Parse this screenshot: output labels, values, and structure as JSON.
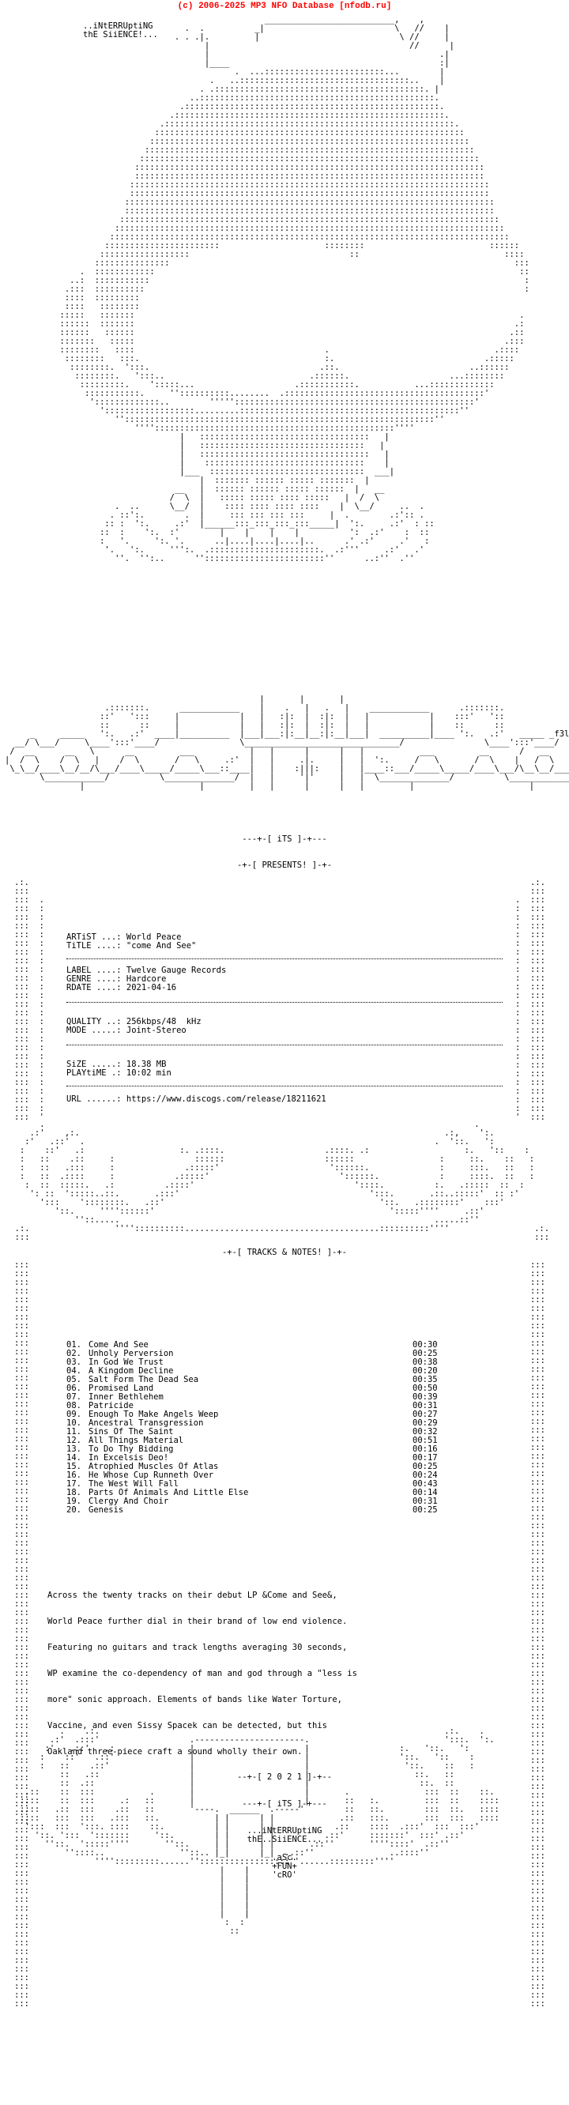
{
  "banner": "(c) 2006-2025 MP3 NFO Database [nfodb.ru]",
  "header": {
    "line1": "..iNtERRUptiNG",
    "line2": "thE SiiENCE!..."
  },
  "presents": {
    "its": "---+-[ iTS ]-+---",
    "presents": "-+-[ PRESENTS! ]-+-"
  },
  "release": {
    "artist_key": "ARTiST ...:",
    "artist": "World Peace",
    "title_key": "TiTLE ....:",
    "title": "\"come And See\"",
    "label_key": "LABEL ....:",
    "label": "Twelve Gauge Records",
    "genre_key": "GENRE ....:",
    "genre": "Hardcore",
    "rdate_key": "RDATE ....:",
    "rdate": "2021-04-16",
    "quality_key": "QUALITY ..:",
    "quality": "256kbps/48  kHz",
    "mode_key": "MODE .....:",
    "mode": "Joint-Stereo",
    "size_key": "SiZE .....:",
    "size": "18.38 MB",
    "playtime_key": "PLAYtiME .:",
    "playtime": "10:02 min",
    "url_key": "URL ......:",
    "url": "https://www.discogs.com/release/18211621"
  },
  "tracks_header": "-+-[ TRACKS & NOTES! ]-+-",
  "tracks": [
    {
      "num": "01.",
      "title": "Come And See",
      "dur": "00:30"
    },
    {
      "num": "02.",
      "title": "Unholy Perversion",
      "dur": "00:25"
    },
    {
      "num": "03.",
      "title": "In God We Trust",
      "dur": "00:38"
    },
    {
      "num": "04.",
      "title": "A Kingdom Decline",
      "dur": "00:20"
    },
    {
      "num": "05.",
      "title": "Salt Form The Dead Sea",
      "dur": "00:35"
    },
    {
      "num": "06.",
      "title": "Promised Land",
      "dur": "00:50"
    },
    {
      "num": "07.",
      "title": "Inner Bethlehem",
      "dur": "00:39"
    },
    {
      "num": "08.",
      "title": "Patricide",
      "dur": "00:31"
    },
    {
      "num": "09.",
      "title": "Enough To Make Angels Weep",
      "dur": "00:27"
    },
    {
      "num": "10.",
      "title": "Ancestral Transgression",
      "dur": "00:29"
    },
    {
      "num": "11.",
      "title": "Sins Of The Saint",
      "dur": "00:32"
    },
    {
      "num": "12.",
      "title": "All Things Material",
      "dur": "00:51"
    },
    {
      "num": "13.",
      "title": "To Do Thy Bidding",
      "dur": "00:16"
    },
    {
      "num": "14.",
      "title": "In Excelsis Deo!",
      "dur": "00:17"
    },
    {
      "num": "15.",
      "title": "Atrophied Muscles Of Atlas",
      "dur": "00:25"
    },
    {
      "num": "16.",
      "title": "He Whose Cup Runneth Over",
      "dur": "00:24"
    },
    {
      "num": "17.",
      "title": "The West Will Fall",
      "dur": "00:43"
    },
    {
      "num": "18.",
      "title": "Parts Of Animals And Little Else",
      "dur": "00:14"
    },
    {
      "num": "19.",
      "title": "Clergy And Choir",
      "dur": "00:31"
    },
    {
      "num": "20.",
      "title": "Genesis",
      "dur": "00:25"
    }
  ],
  "notes": [
    "Across the twenty tracks on their debut LP &Come and See&,",
    "World Peace further dial in their brand of low end violence.",
    "Featuring no guitars and track lengths averaging 30 seconds,",
    "WP examine the co-dependency of man and god through a \"less is",
    "more\" sonic approach. Elements of bands like Water Torture,",
    "Vaccine, and even Sissy Spacek can be detected, but this",
    "Oakland three-piece craft a sound wholly their own."
  ],
  "footer": {
    "year": "--+-[ 2 0 2 1 ]-+--",
    "its": "---+-[ iTS ]-+---",
    "tagline1": "...iNtERRUptiNG",
    "tagline2": "thE..SiiENCE...",
    "credit1": ".aSc.",
    "credit2": "+FUN+",
    "credit3": "'cRO'"
  },
  "art": {
    "skull_sig": "_f3l"
  }
}
